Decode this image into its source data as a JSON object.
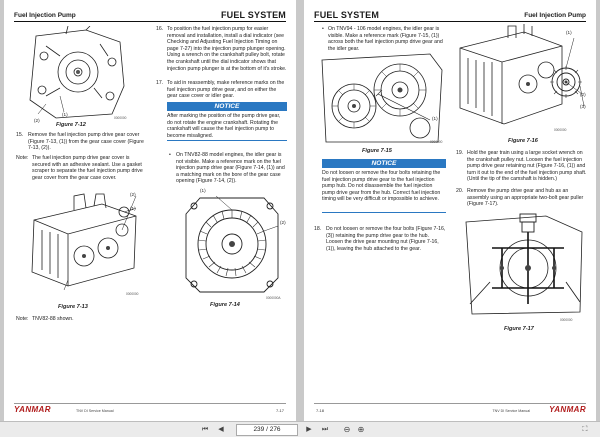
{
  "left_page": {
    "header_title": "Fuel Injection Pump",
    "header_section": "FUEL SYSTEM",
    "fig712_caption": "Figure 7-12",
    "fig712_code": "0000000",
    "fig712_label_1": "(1)",
    "fig712_label_2": "(2)",
    "step15_num": "15.",
    "step15_text": "Remove the fuel injection pump drive gear cover (Figure 7-13, (1)) from the gear case cover (Figure 7-13, (2)).",
    "note_label": "Note:",
    "note_text": "The fuel injection pump drive gear cover is secured with an adhesive sealant. Use a gasket scraper to separate the fuel injection pump drive gear cover from the gear case cover.",
    "fig713_caption": "Figure 7-13",
    "fig713_code": "0000000",
    "fig713_label_1": "(1)",
    "fig713_label_2": "(2)",
    "note2_label": "Note:",
    "note2_text": "TNV82-88 shown.",
    "step16_num": "16.",
    "step16_text": "To position the fuel injection pump for easier removal and installation, install a dial indicator (see Checking and Adjusting Fuel Injection Timing on page 7-27) into the injection pump plunger opening. Using a wrench on the crankshaft pulley bolt, rotate the crankshaft until the dial indicator shows that injection pump plunger is at the bottom of it's stroke.",
    "step17_num": "17.",
    "step17_text": "To aid in reassembly, make reference marks on the fuel injection pump drive gear, and on either the gear case cover or idler gear.",
    "notice_title": "NOTICE",
    "notice_text": "After marking the position of the pump drive gear, do not rotate the engine crankshaft. Rotating the crankshaft will cause the fuel injection pump to become misaligned.",
    "bullet1_text": "On TNV82-88 model engines, the idler gear is not visible. Make a reference mark on the fuel injection pump drive gear (Figure 7-14, (1)) and a matching mark on the bore of the gear case opening (Figure 7-14, (2)).",
    "fig714_caption": "Figure 7-14",
    "fig714_code": "0000000A",
    "fig714_label_1": "(1)",
    "fig714_label_2": "(2)",
    "footer_logo": "YANMAR",
    "footer_manual": "TNV DI Service Manual",
    "footer_page": "7-17"
  },
  "right_page": {
    "header_section": "FUEL SYSTEM",
    "header_title": "Fuel Injection Pump",
    "bullet2_text": "On TNV94 - 106 model engines, the idler gear is visible. Make a reference mark (Figure 7-15, (1)) across both the fuel injection pump drive gear and the idler gear.",
    "fig715_caption": "Figure 7-15",
    "fig715_code": "0000000",
    "fig715_label_1": "(1)",
    "notice_title": "NOTICE",
    "notice_text": "Do not loosen or remove the four bolts retaining the fuel injection pump drive gear to the fuel injection pump hub. Do not disassemble the fuel injection pump drive gear from the hub. Correct fuel injection timing will be very difficult or impossible to achieve.",
    "step18_num": "18.",
    "step18_text": "Do not loosen or remove the four bolts (Figure 7-16, (3)) retaining the pump drive gear to the hub. Loosen the drive gear mounting nut (Figure 7-16, (1)), leaving the hub attached to the gear.",
    "fig716_caption": "Figure 7-16",
    "fig716_code": "0000000",
    "fig716_label_1": "(1)",
    "fig716_label_2": "(2)",
    "fig716_label_3": "(3)",
    "step19_num": "19.",
    "step19_text": "Hold the gear train using a large socket wrench on the crankshaft pulley nut. Loosen the fuel injection pump drive gear retaining nut (Figure 7-16, (1)) and turn it out to the end of the fuel injection pump shaft. (Until the tip of the camshaft is hidden.)",
    "step20_num": "20.",
    "step20_text": "Remove the pump drive gear and hub as an assembly using an appropriate two-bolt gear puller (Figure 7-17).",
    "fig717_caption": "Figure 7-17",
    "fig717_code": "0000000",
    "footer_page": "7-18",
    "footer_manual": "TNV DI Service Manual",
    "footer_logo": "YANMAR"
  },
  "toolbar": {
    "page_value": "239 / 276"
  }
}
